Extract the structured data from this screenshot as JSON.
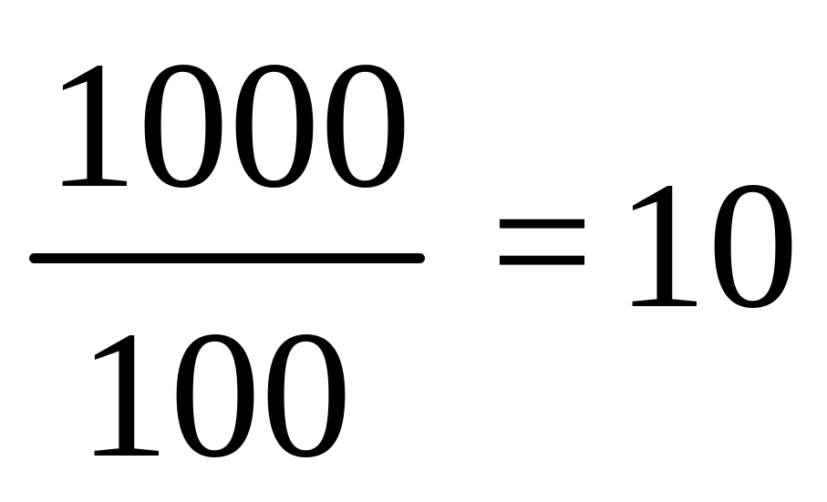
{
  "equation": {
    "numerator": "1000",
    "denominator": "100",
    "operator": "=",
    "result": "10"
  },
  "colors": {
    "text": "#000000",
    "background": "#ffffff"
  }
}
